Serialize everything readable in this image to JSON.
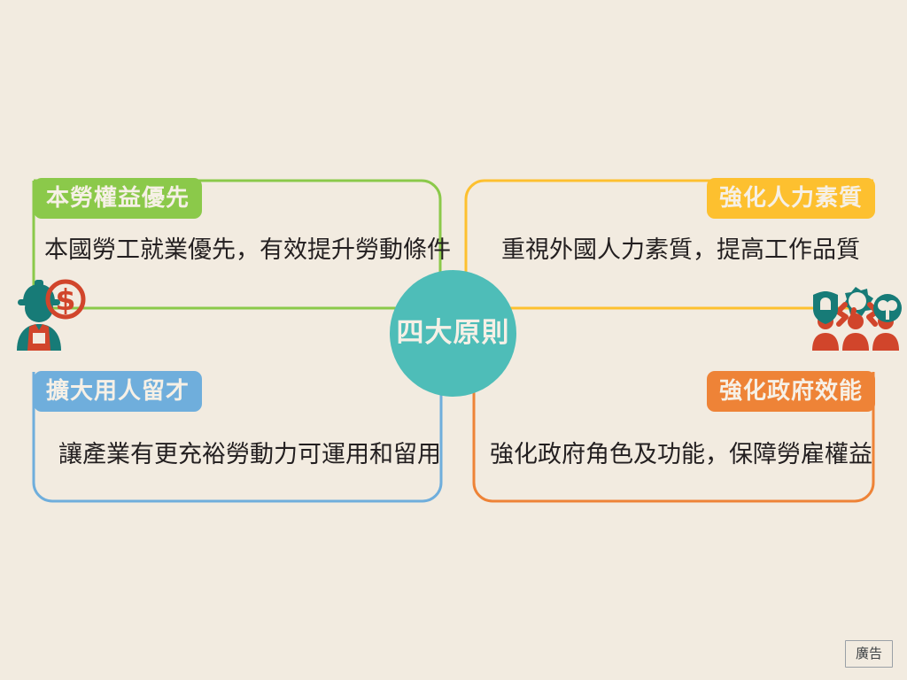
{
  "background_color": "#F2EBE0",
  "center": {
    "label": "四大原則",
    "color": "#4EBDB8",
    "text_color": "#F6F0E6"
  },
  "panels": [
    {
      "id": "green",
      "position": "top-left",
      "tab_label": "本勞權益優先",
      "description": "本國勞工就業優先，有效提升勞動條件",
      "color": "#8BC94A",
      "icon": "construction-worker-wage-icon"
    },
    {
      "id": "yellow",
      "position": "top-right",
      "tab_label": "強化人力素質",
      "description": "重視外國人力素質，提高工作品質",
      "color": "#FDC02F",
      "icon": "skilled-workforce-icon"
    },
    {
      "id": "blue",
      "position": "bottom-left",
      "tab_label": "擴大用人留才",
      "description": "讓產業有更充裕勞動力可運用和留用",
      "color": "#6FAEDC",
      "icon": null
    },
    {
      "id": "orange",
      "position": "bottom-right",
      "tab_label": "強化政府效能",
      "description": "強化政府角色及功能，保障勞雇權益",
      "color": "#EE8337",
      "icon": null
    }
  ],
  "ad_badge": {
    "label": "廣告",
    "border_color": "#9AA0A6",
    "text_color": "#3C4043"
  },
  "icon_palette": {
    "teal": "#1B8580",
    "red": "#D1452B",
    "deep_teal": "#177B77"
  }
}
